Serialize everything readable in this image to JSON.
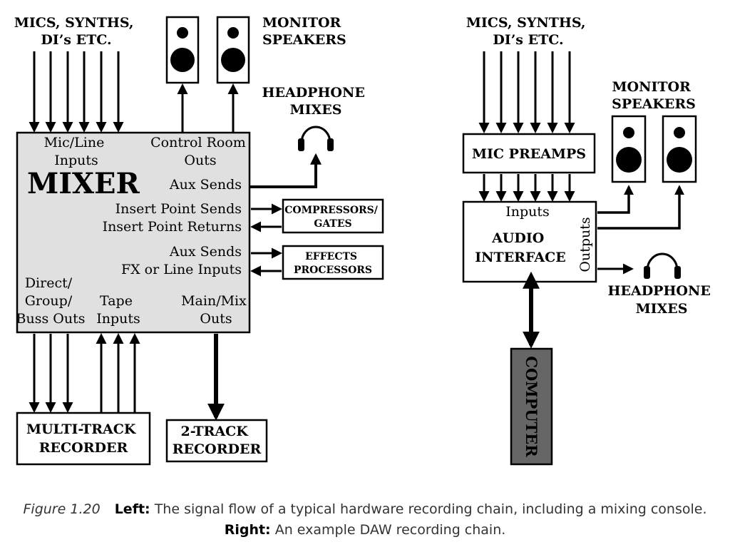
{
  "left": {
    "sources_label": [
      "MICS, SYNTHS,",
      "DI’s ETC."
    ],
    "monitor_label": [
      "MONITOR",
      "SPEAKERS"
    ],
    "headphone_label": [
      "HEADPHONE",
      "MIXES"
    ],
    "mixer_title": "MIXER",
    "mixer_ports": {
      "mic_line_inputs": [
        "Mic/Line",
        "Inputs"
      ],
      "control_room_outs": [
        "Control Room",
        "Outs"
      ],
      "aux_sends_1": "Aux Sends",
      "insert_point_sends": "Insert Point Sends",
      "insert_point_returns": "Insert Point Returns",
      "aux_sends_2": "Aux Sends",
      "fx_line_inputs": "FX or Line Inputs",
      "direct_group_buss_outs": [
        "Direct/",
        "Group/",
        "Buss Outs"
      ],
      "tape_inputs": [
        "Tape",
        "Inputs"
      ],
      "main_mix_outs": [
        "Main/Mix",
        "Outs"
      ]
    },
    "compressors_label": [
      "COMPRESSORS/",
      "GATES"
    ],
    "effects_label": [
      "EFFECTS",
      "PROCESSORS"
    ],
    "multitrack_label": [
      "MULTI-TRACK",
      "RECORDER"
    ],
    "twotrack_label": [
      "2-TRACK",
      "RECORDER"
    ]
  },
  "right": {
    "sources_label": [
      "MICS, SYNTHS,",
      "DI’s ETC."
    ],
    "monitor_label": [
      "MONITOR",
      "SPEAKERS"
    ],
    "preamps_label": "MIC PREAMPS",
    "interface_inputs": "Inputs",
    "interface_label": [
      "AUDIO",
      "INTERFACE"
    ],
    "interface_outputs": "Outputs",
    "headphone_label": [
      "HEADPHONE",
      "MIXES"
    ],
    "computer_label": "COMPUTER"
  },
  "caption": {
    "figure": "Figure 1.20",
    "left_bold": "Left:",
    "left_text": "The signal flow of a typical hardware recording chain, including a mixing console.",
    "right_bold": "Right:",
    "right_text": "An example DAW recording chain."
  },
  "colors": {
    "mixer_fill": "#e0e0e0",
    "computer_fill": "#666666",
    "stroke": "#000000"
  }
}
